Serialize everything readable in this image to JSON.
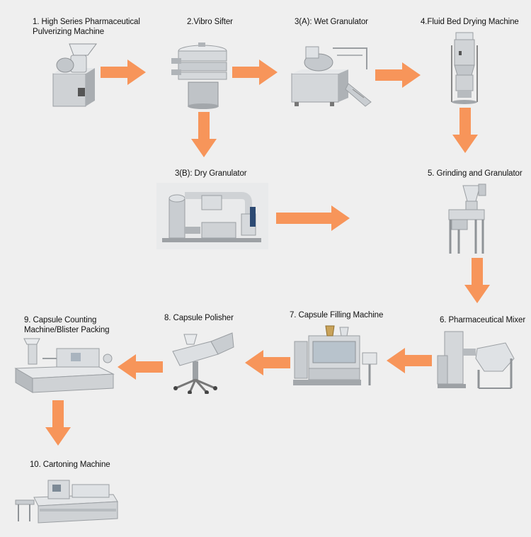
{
  "steps": {
    "s1": {
      "line1": "1. High Series Pharmaceutical",
      "line2": "Pulverizing Machine"
    },
    "s2": {
      "label": "2.Vibro Sifter"
    },
    "s3a": {
      "label": "3(A): Wet Granulator"
    },
    "s4": {
      "label": "4.Fluid Bed Drying Machine"
    },
    "s3b": {
      "label": "3(B): Dry Granulator"
    },
    "s5": {
      "label": "5. Grinding and Granulator"
    },
    "s6": {
      "label": "6. Pharmaceutical Mixer"
    },
    "s7": {
      "label": "7. Capsule Filling Machine"
    },
    "s8": {
      "label": "8. Capsule Polisher"
    },
    "s9": {
      "line1": "9. Capsule Counting",
      "line2": "Machine/Blister Packing"
    },
    "s10": {
      "label": "10. Cartoning Machine"
    }
  },
  "colors": {
    "arrow": "#f7955a",
    "background": "#efefef",
    "machine_light": "#e2e4e6",
    "machine_mid": "#b9bdc1",
    "machine_dark": "#6f7378"
  }
}
